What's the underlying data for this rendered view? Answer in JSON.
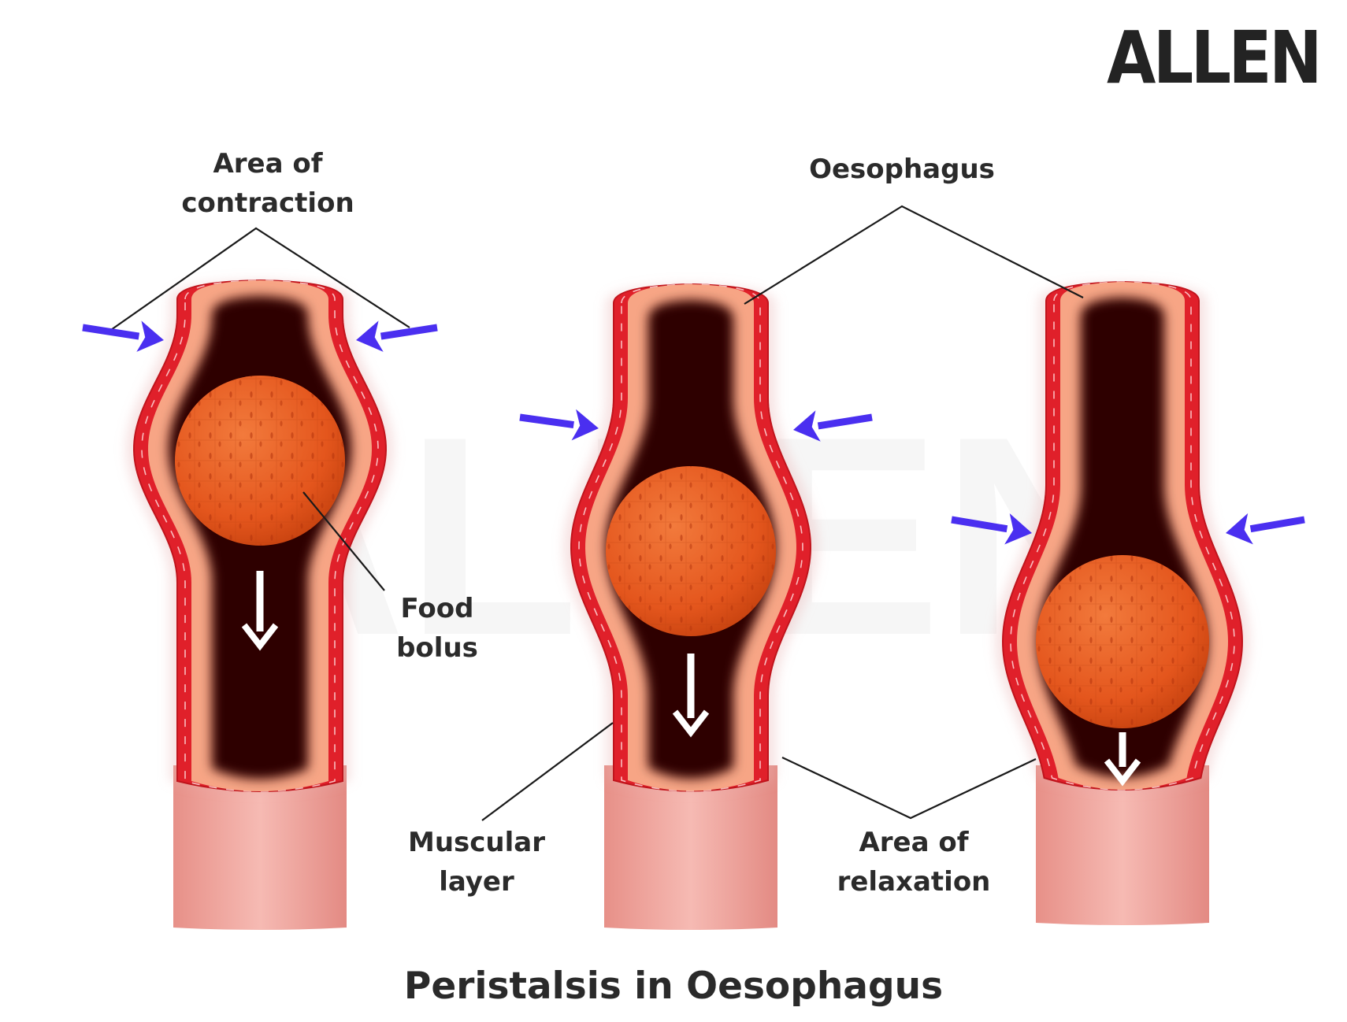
{
  "brand": {
    "logo_text": "ALLEN",
    "watermark_text": "ALLEN"
  },
  "title": "Peristalsis in Oesophagus",
  "labels": {
    "area_of_contraction": {
      "line1": "Area of",
      "line2": "contraction"
    },
    "oesophagus": "Oesophagus",
    "food_bolus": {
      "line1": "Food",
      "line2": "bolus"
    },
    "muscular_layer": {
      "line1": "Muscular",
      "line2": "layer"
    },
    "area_of_relaxation": {
      "line1": "Area of",
      "line2": "relaxation"
    }
  },
  "colors": {
    "muscle_red": "#e0202a",
    "mucosa_peach": "#f7a585",
    "lumen_dark": "#2e0104",
    "bolus_orange": "#ea5a1e",
    "pressure_arrow": "#4a2ff0",
    "leader_line": "#1a1a1a",
    "lower_tube_pink": "#eeaaa3"
  }
}
